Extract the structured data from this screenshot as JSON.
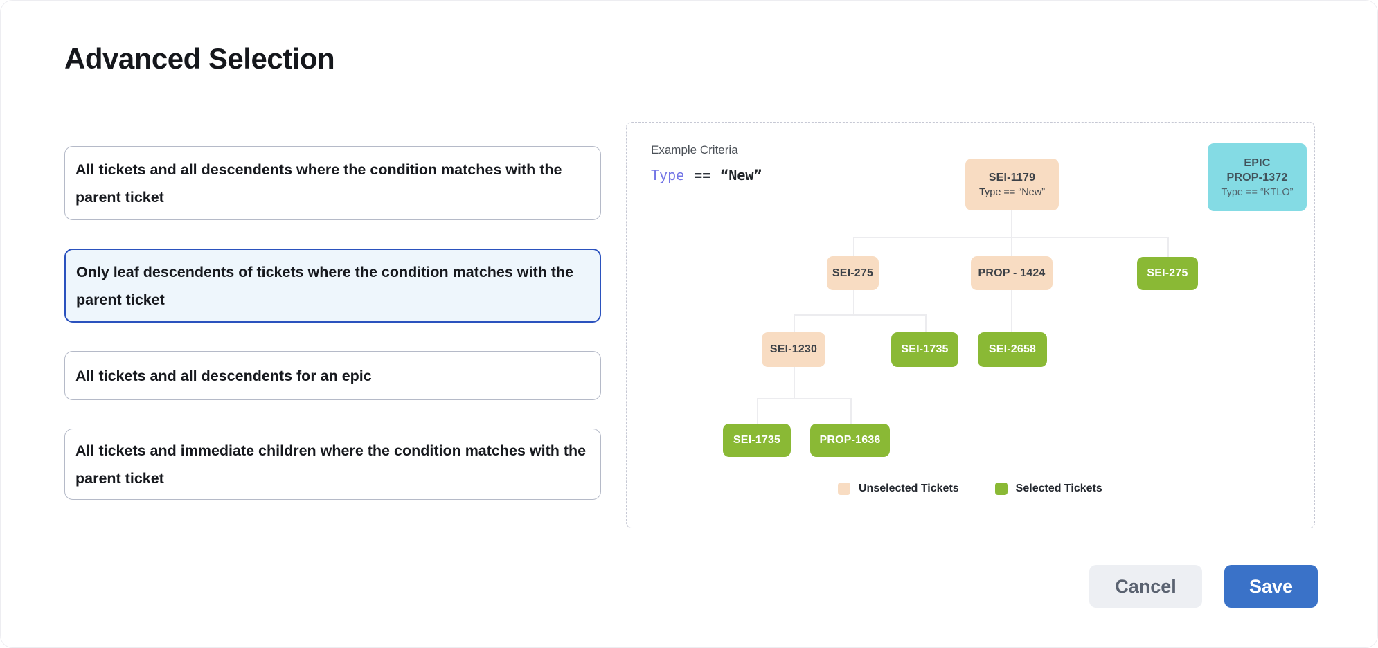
{
  "title": "Advanced Selection",
  "options": [
    {
      "label": "All tickets and all descendents where the condition matches with the parent ticket",
      "selected": false
    },
    {
      "label": "Only leaf descendents of tickets where the condition matches with the parent ticket",
      "selected": true
    },
    {
      "label": "All tickets and all descendents for an epic",
      "selected": false
    },
    {
      "label": "All tickets and immediate children where the condition matches with the parent ticket",
      "selected": false
    }
  ],
  "example": {
    "heading": "Example Criteria",
    "criteria": {
      "field": "Type",
      "operator": "==",
      "value": "“New”"
    },
    "epic_card": {
      "badge": "EPIC",
      "id": "PROP-1372",
      "criteria": "Type == “KTLO”"
    },
    "tree": {
      "nodes": [
        {
          "id": "SEI-1179",
          "criteria": "Type == “New”",
          "state": "unselected"
        },
        {
          "id": "SEI-275",
          "state": "unselected"
        },
        {
          "id": "PROP - 1424",
          "state": "unselected"
        },
        {
          "id": "SEI-275",
          "state": "selected"
        },
        {
          "id": "SEI-1230",
          "state": "unselected"
        },
        {
          "id": "SEI-1735",
          "state": "selected"
        },
        {
          "id": "SEI-2658",
          "state": "selected"
        },
        {
          "id": "SEI-1735",
          "state": "selected"
        },
        {
          "id": "PROP-1636",
          "state": "selected"
        }
      ]
    },
    "legend": [
      {
        "label": "Unselected Tickets",
        "color": "#f8dcc2"
      },
      {
        "label": "Selected Tickets",
        "color": "#8ab935"
      }
    ]
  },
  "footer": {
    "cancel_label": "Cancel",
    "save_label": "Save"
  },
  "colors": {
    "accent_blue": "#3a72c8",
    "selected_card_border": "#2b52be",
    "selected_card_bg": "#eef6fc",
    "unselected_ticket": "#f8dcc2",
    "selected_ticket": "#8ab935",
    "epic_ticket": "#84dbe4",
    "code_field": "#7577e6"
  }
}
